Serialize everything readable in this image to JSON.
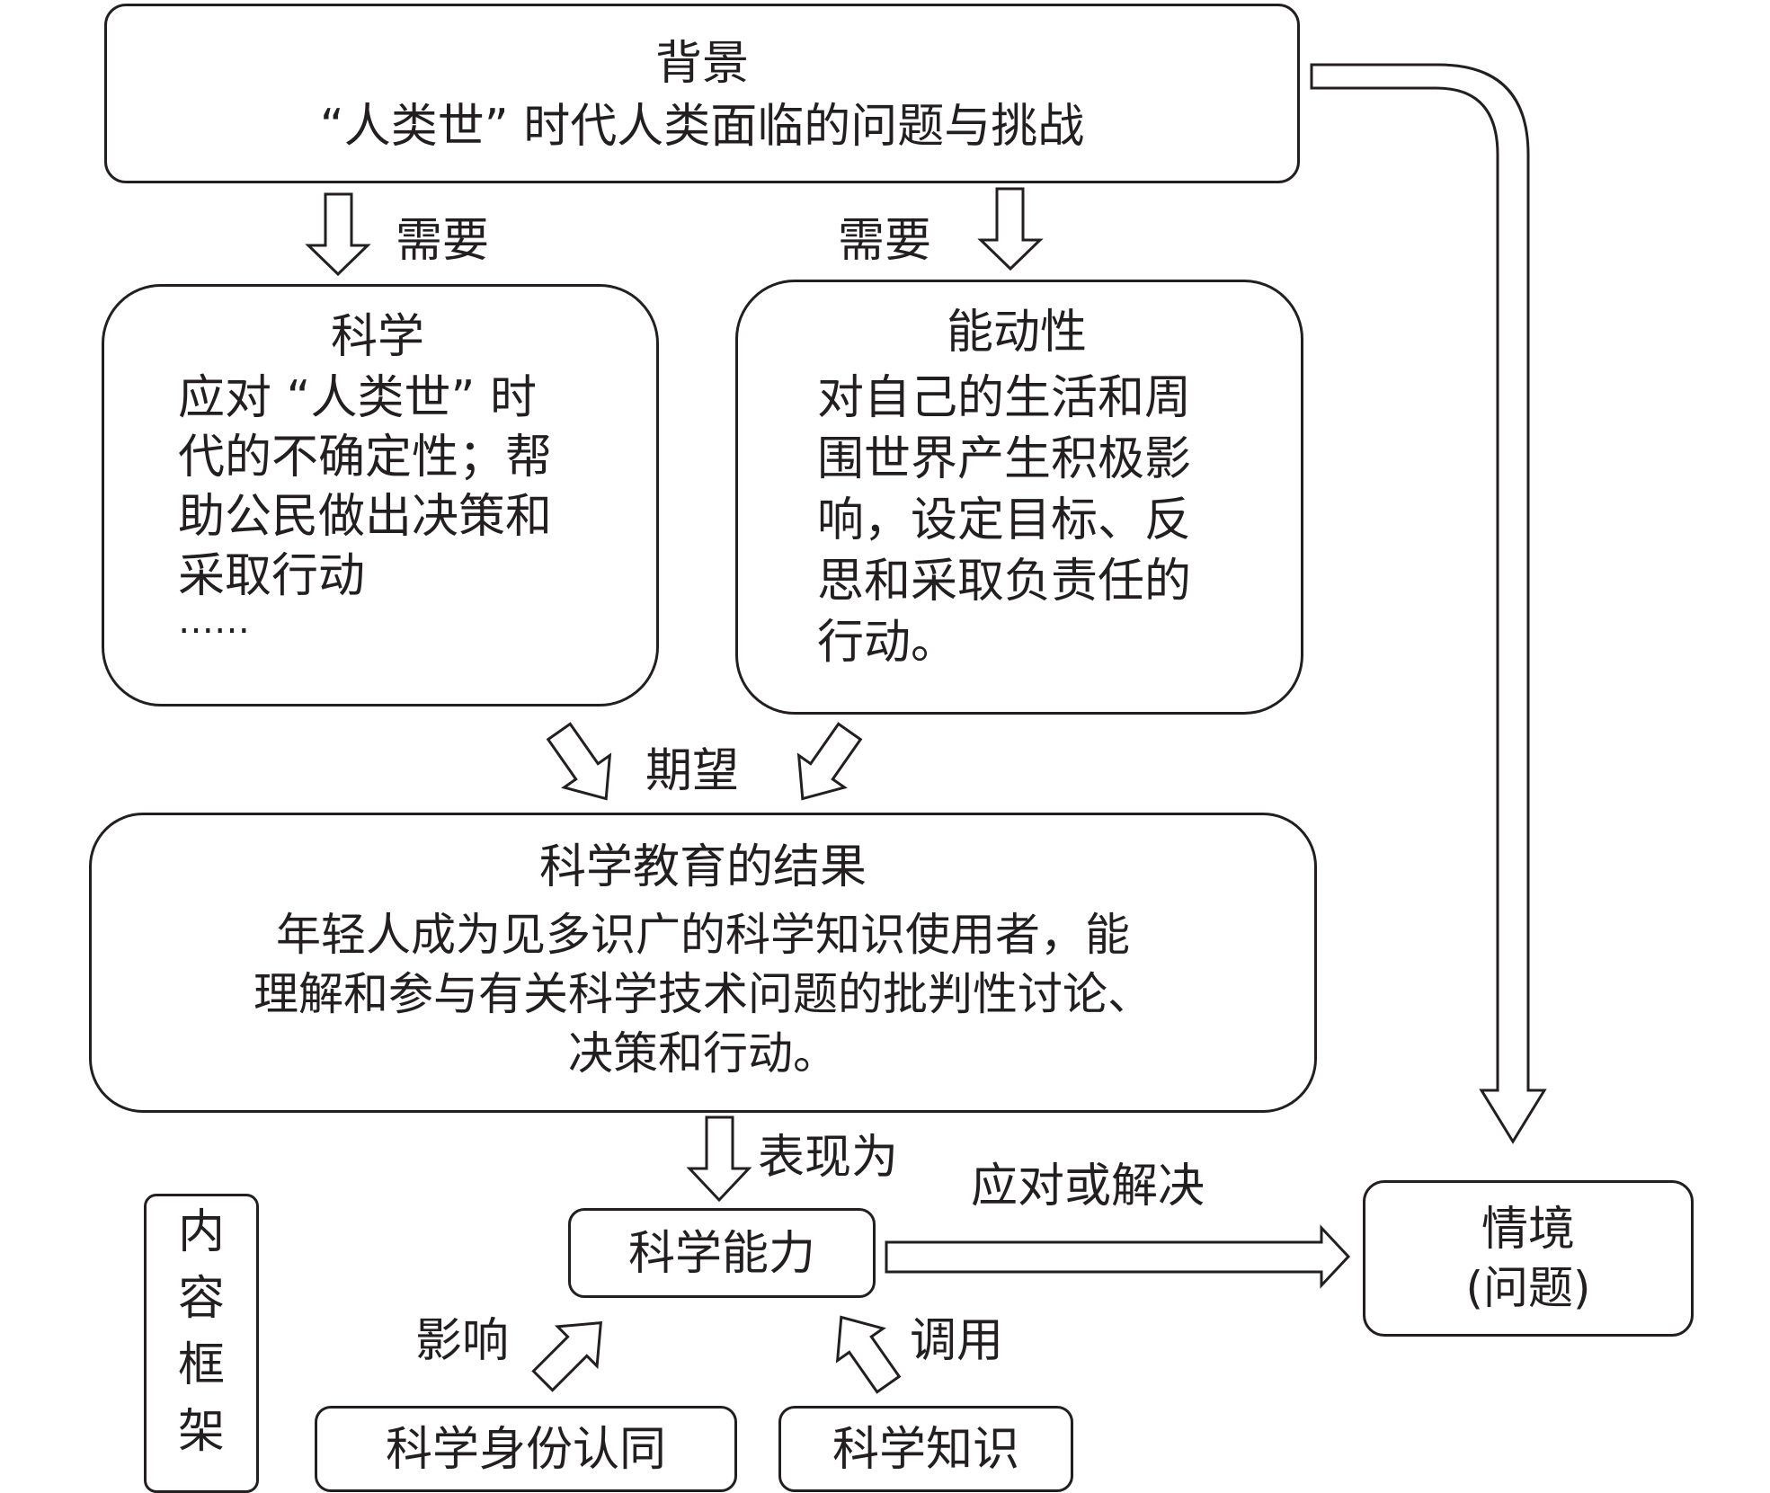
{
  "background": {
    "title": "背景",
    "text": "“人类世” 时代人类面临的问题与挑战"
  },
  "science": {
    "title": "科学",
    "lines": [
      "应对 “人类世” 时",
      "代的不确定性；帮",
      "助公民做出决策和",
      "采取行动",
      "……"
    ]
  },
  "agency": {
    "title": "能动性",
    "lines": [
      "对自己的生活和周",
      "围世界产生积极影",
      "响，设定目标、反",
      "思和采取负责任的",
      "行动。"
    ]
  },
  "outcome": {
    "title": "科学教育的结果",
    "lines": [
      "年轻人成为见多识广的科学知识使用者，能",
      "理解和参与有关科学技术问题的批判性讨论、",
      "决策和行动。"
    ]
  },
  "competence": {
    "label": "科学能力"
  },
  "context": {
    "lines": [
      "情境",
      "(问题)"
    ]
  },
  "content_frame": {
    "chars": [
      "内",
      "容",
      "框",
      "架"
    ]
  },
  "identity": {
    "label": "科学身份认同"
  },
  "knowledge": {
    "label": "科学知识"
  },
  "edge_labels": {
    "need_left": "需要",
    "need_right": "需要",
    "expect": "期望",
    "manifest": "表现为",
    "respond": "应对或解决",
    "influence": "影响",
    "invoke": "调用"
  },
  "colors": {
    "stroke": "#231f20",
    "fill": "#ffffff"
  }
}
